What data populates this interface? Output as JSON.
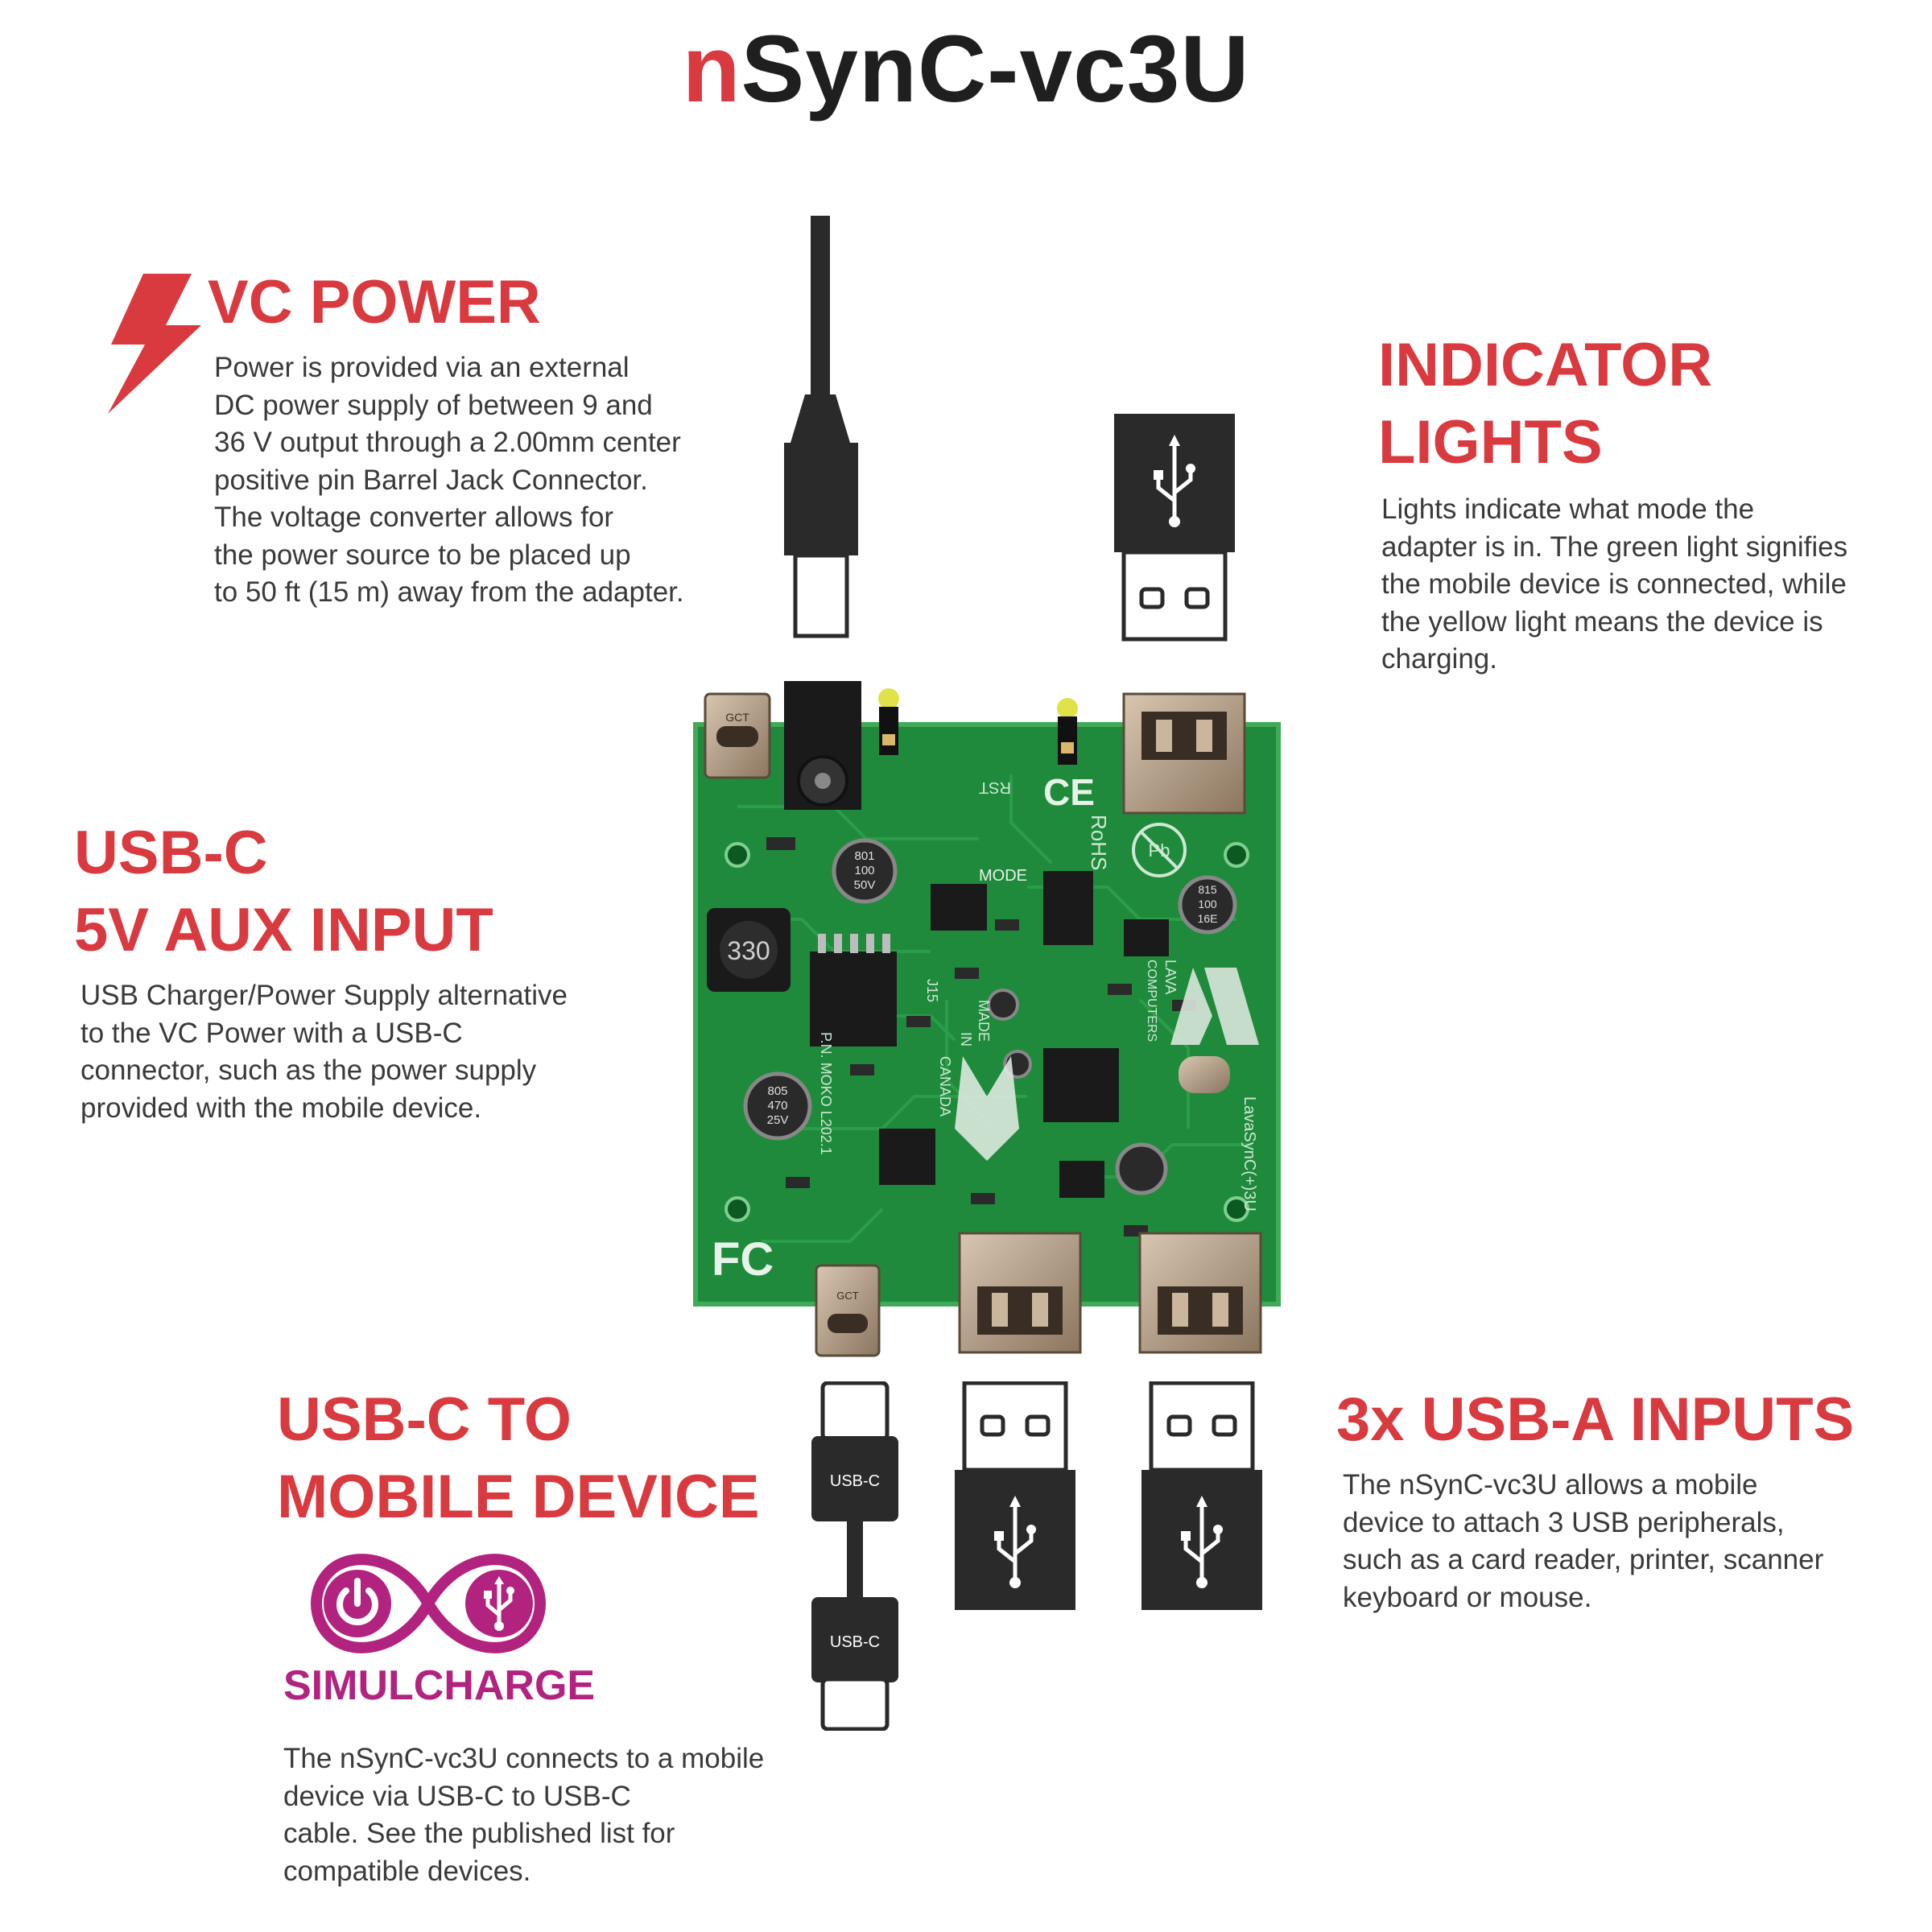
{
  "title": {
    "prefix": "n",
    "rest": "SynC-vc3U"
  },
  "vc_power": {
    "heading": "VC POWER",
    "lines": [
      "Power is provided via an external",
      "DC power supply of between 9 and",
      "36 V output through a 2.00mm center",
      "positive pin Barrel Jack Connector.",
      "The voltage converter allows for",
      "the power source to be placed up",
      "to 50 ft (15 m) away from the adapter."
    ]
  },
  "indicator_lights": {
    "heading": [
      "INDICATOR",
      "LIGHTS"
    ],
    "lines": [
      "Lights indicate what mode the",
      "adapter is in. The green light signifies",
      "the mobile device is connected, while",
      "the yellow light means the device is",
      "charging."
    ]
  },
  "usbc_aux": {
    "heading": [
      "USB-C",
      "5V AUX INPUT"
    ],
    "lines": [
      "USB Charger/Power Supply alternative",
      "to the VC Power with a USB-C",
      "connector, such as the power supply",
      "provided with the mobile device."
    ]
  },
  "usbc_mobile": {
    "heading": [
      "USB-C TO",
      "MOBILE DEVICE"
    ],
    "simulcharge": "SIMULCHARGE",
    "lines": [
      "The nSynC-vc3U connects to a mobile",
      "device via USB-C to USB-C",
      "cable. See the published list for",
      "compatible devices."
    ]
  },
  "usba_inputs": {
    "heading": "3x USB-A INPUTS",
    "lines": [
      "The nSynC-vc3U allows a mobile",
      "device to attach 3 USB peripherals,",
      "such as a card reader, printer, scanner",
      "keyboard or mouse."
    ]
  },
  "cable_labels": {
    "top": "USB-C",
    "bottom": "USB-C"
  },
  "board_markings": {
    "gct": "GCT",
    "rohs": "RoHS",
    "mode": "MODE",
    "rst": "RST",
    "ce": "CE",
    "pb": "Pb",
    "inductor": "330",
    "lava": "LAVA",
    "computers": "COMPUTERS",
    "model": "LavaSynC(+)3U",
    "made_in": "MADE",
    "in": "IN",
    "canada": "CANADA",
    "pn": "P.N. MOKO L202.1",
    "fc": "FC",
    "j15": "J15",
    "cap_a": [
      "815",
      "100",
      "16E"
    ],
    "cap_b": [
      "805",
      "470",
      "25V"
    ],
    "cap_c": [
      "801",
      "100",
      "50V"
    ]
  },
  "colors": {
    "accent_red": "#d93a3f",
    "dark": "#2a2a2a",
    "pcb_green": "#1f8a3c",
    "simulcharge_magenta": "#b2237f"
  }
}
